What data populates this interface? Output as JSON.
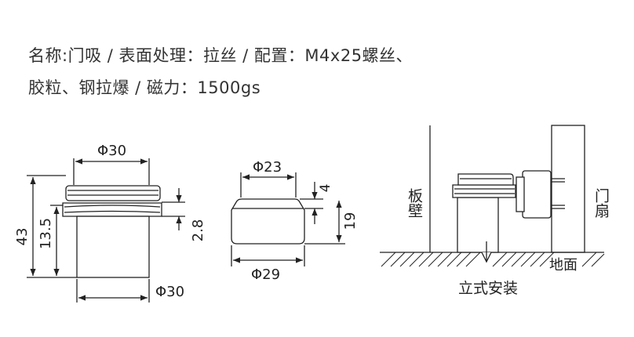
{
  "specs": {
    "line1": "名称:门吸 / 表面处理：拉丝 / 配置：M4x25螺丝、",
    "line2": "胶粒、钢拉爆 / 磁力：1500gs"
  },
  "diagram1": {
    "dim_top": "Φ30",
    "dim_bottom": "Φ30",
    "dim_height": "43",
    "dim_body": "13.5",
    "dim_gap": "2.8"
  },
  "diagram2": {
    "dim_top": "Φ23",
    "dim_bottom": "Φ29",
    "dim_cap": "4",
    "dim_height": "19"
  },
  "diagram3": {
    "wall_label": "板壁",
    "door_label": "门扇",
    "floor_label": "地面",
    "caption": "立式安装"
  }
}
